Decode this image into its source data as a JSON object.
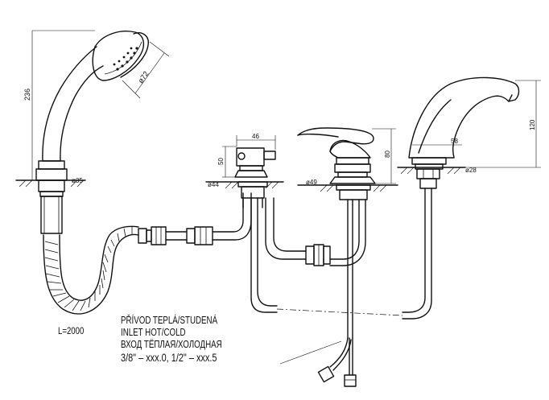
{
  "dimensions": {
    "shower_height": "236",
    "shower_head_diameter": "ø72",
    "shower_base_diameter": "ø35",
    "valve_width": "46",
    "valve_height": "50",
    "valve_base_diameter": "ø44",
    "mixer_height": "80",
    "mixer_base_diameter": "ø49",
    "spout_height": "120",
    "spout_reach": "58",
    "spout_base_diameter": "ø28"
  },
  "hose_length": "L=2000",
  "note_lines": [
    "PŘÍVOD TEPLÁ/STUDENÁ",
    "INLET HOT/COLD",
    "ВХОД ТЁПЛАЯ/ХОЛОДНАЯ",
    "3/8\" – xxx.0, 1/2\" – xxx.5"
  ]
}
